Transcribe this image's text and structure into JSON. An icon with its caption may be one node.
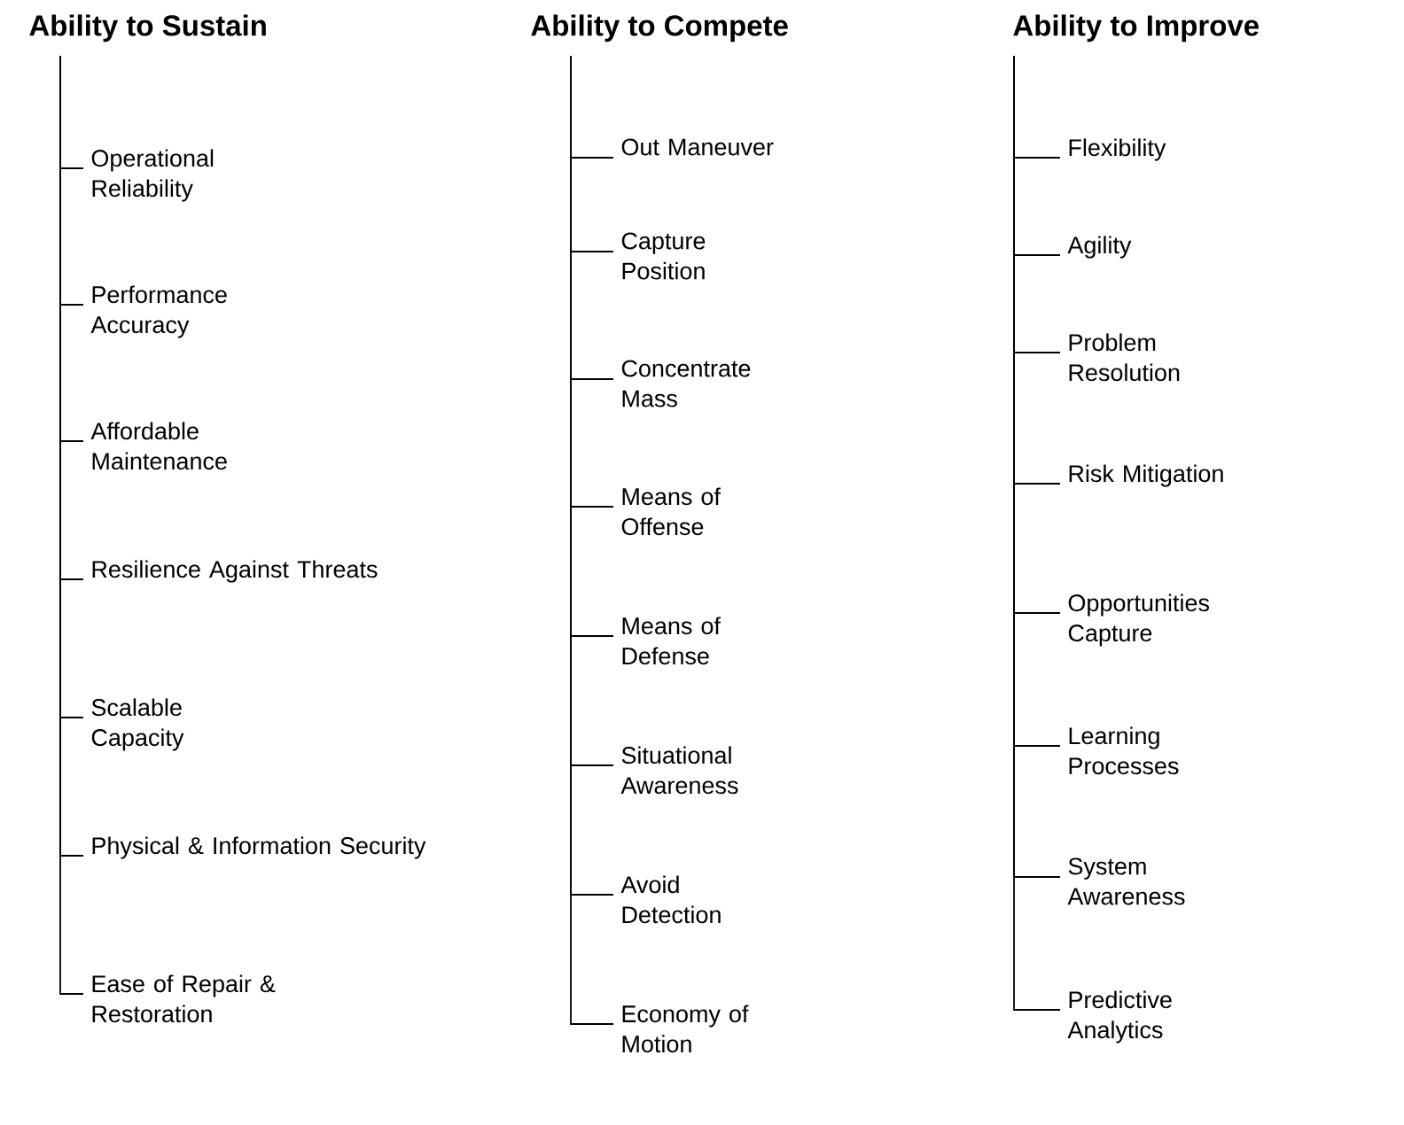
{
  "diagram": {
    "nodes": [
      {
        "text": [
          "Ability to Sustain"
        ]
      },
      {
        "text": [
          "Operational Reliability"
        ]
      },
      {
        "text": [
          "Performance Accuracy"
        ]
      },
      {
        "text": [
          "Affordable Maintenance"
        ]
      },
      {
        "text": [
          "Resilience Against Threats"
        ]
      },
      {
        "text": [
          "Scalable Capacity"
        ]
      },
      {
        "text": [
          "Physical & Information Security"
        ]
      },
      {
        "text": [
          "Ease of Repair & Restoration"
        ]
      },
      {
        "text": [
          "Ability to Compete"
        ]
      },
      {
        "text": [
          "Out Maneuver"
        ]
      },
      {
        "text": [
          "Capture Position"
        ]
      },
      {
        "text": [
          "Concentrate Mass"
        ]
      },
      {
        "text": [
          "Means of Offense"
        ]
      },
      {
        "text": [
          "Means of Defense"
        ]
      },
      {
        "text": [
          "Situational Awareness"
        ]
      },
      {
        "text": [
          "Avoid Detection"
        ]
      },
      {
        "text": [
          "Economy of Motion"
        ]
      },
      {
        "text": [
          "Ability to Improve"
        ]
      },
      {
        "text": [
          "Flexibility"
        ]
      },
      {
        "text": [
          "Agility"
        ]
      },
      {
        "text": [
          "Problem Resolution"
        ]
      },
      {
        "text": [
          "Risk Mitigation"
        ]
      },
      {
        "text": [
          "Opportunities Capture"
        ]
      },
      {
        "text": [
          "Learning Processes"
        ]
      },
      {
        "text": [
          "System Awareness"
        ]
      },
      {
        "text": [
          "Predictive Analytics"
        ]
      }
    ],
    "edges": [
      {
        "from": 0,
        "to": 1,
        "arrow": "none"
      },
      {
        "from": 0,
        "to": 2,
        "arrow": "none"
      },
      {
        "from": 0,
        "to": 3,
        "arrow": "none"
      },
      {
        "from": 0,
        "to": 4,
        "arrow": "none"
      },
      {
        "from": 0,
        "to": 5,
        "arrow": "none"
      },
      {
        "from": 0,
        "to": 6,
        "arrow": "none"
      },
      {
        "from": 0,
        "to": 7,
        "arrow": "none"
      },
      {
        "from": 8,
        "to": 9,
        "arrow": "none"
      },
      {
        "from": 8,
        "to": 10,
        "arrow": "none"
      },
      {
        "from": 8,
        "to": 11,
        "arrow": "none"
      },
      {
        "from": 8,
        "to": 12,
        "arrow": "none"
      },
      {
        "from": 8,
        "to": 13,
        "arrow": "none"
      },
      {
        "from": 8,
        "to": 14,
        "arrow": "none"
      },
      {
        "from": 8,
        "to": 15,
        "arrow": "none"
      },
      {
        "from": 8,
        "to": 16,
        "arrow": "none"
      },
      {
        "from": 17,
        "to": 18,
        "arrow": "none"
      },
      {
        "from": 17,
        "to": 19,
        "arrow": "none"
      },
      {
        "from": 17,
        "to": 20,
        "arrow": "none"
      },
      {
        "from": 17,
        "to": 21,
        "arrow": "none"
      },
      {
        "from": 17,
        "to": 22,
        "arrow": "none"
      },
      {
        "from": 17,
        "to": 23,
        "arrow": "none"
      },
      {
        "from": 17,
        "to": 24,
        "arrow": "none"
      },
      {
        "from": 17,
        "to": 25,
        "arrow": "none"
      }
    ]
  }
}
